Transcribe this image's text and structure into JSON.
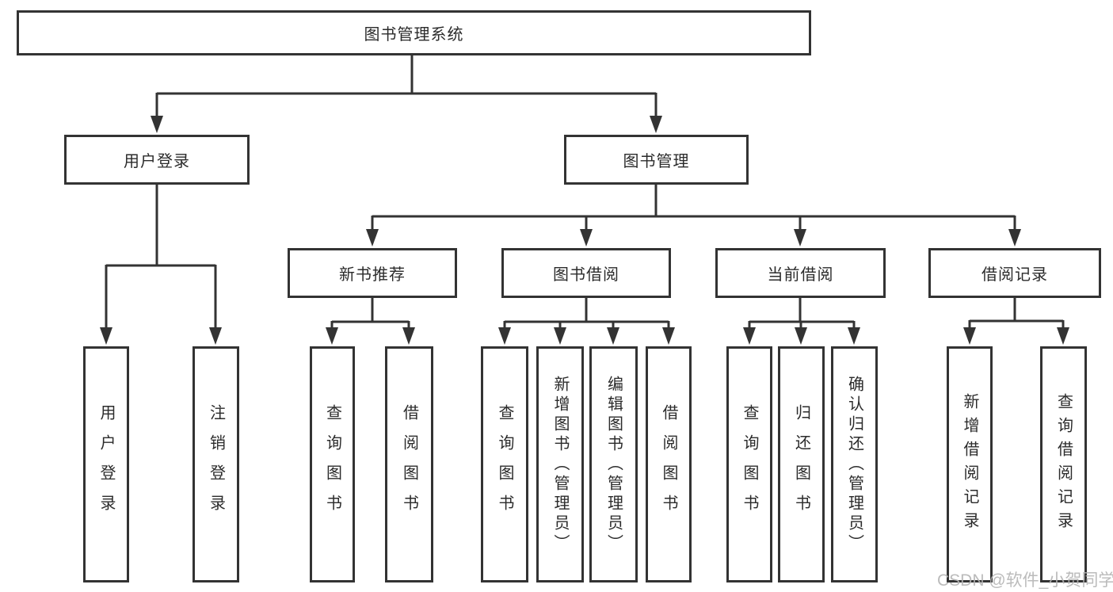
{
  "diagram": {
    "title": "图书管理系统",
    "type": "hierarchy-tree",
    "tree": {
      "root": {
        "label": "图书管理系统",
        "children": [
          {
            "label": "用户登录",
            "children": [
              {
                "label": "用户登录"
              },
              {
                "label": "注销登录"
              }
            ]
          },
          {
            "label": "图书管理",
            "children": [
              {
                "label": "新书推荐",
                "children": [
                  {
                    "label": "查询图书"
                  },
                  {
                    "label": "借阅图书"
                  }
                ]
              },
              {
                "label": "图书借阅",
                "children": [
                  {
                    "label": "查询图书"
                  },
                  {
                    "label": "新增图书（管理员）"
                  },
                  {
                    "label": "编辑图书（管理员）"
                  },
                  {
                    "label": "借阅图书"
                  }
                ]
              },
              {
                "label": "当前借阅",
                "children": [
                  {
                    "label": "查询图书"
                  },
                  {
                    "label": "归还图书"
                  },
                  {
                    "label": "确认归还（管理员）"
                  }
                ]
              },
              {
                "label": "借阅记录",
                "children": [
                  {
                    "label": "新增借阅记录"
                  },
                  {
                    "label": "查询借阅记录"
                  }
                ]
              }
            ]
          }
        ]
      }
    },
    "colors": {
      "line": "#333333",
      "box_border": "#333333",
      "box_fill": "#ffffff",
      "text": "#2b2b2b",
      "watermark": "#b4b4b4",
      "background": "#ffffff"
    },
    "watermark": "CSDN @软件_小贺同学"
  }
}
